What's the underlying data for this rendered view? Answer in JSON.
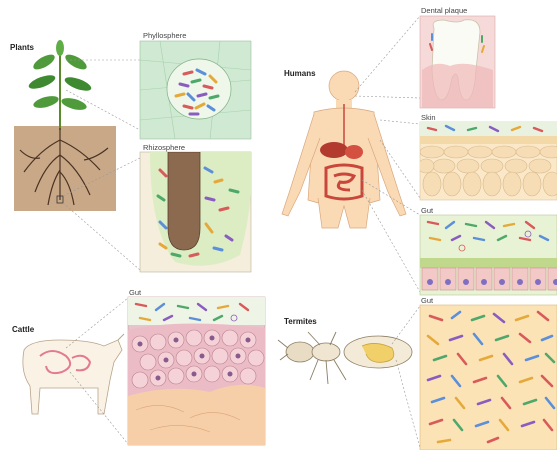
{
  "groups": {
    "plants": "Plants",
    "humans": "Humans",
    "cattle": "Cattle",
    "termites": "Termites"
  },
  "panels": {
    "phyllosphere": "Phyllosphere",
    "rhizosphere": "Rhizosphere",
    "dental_plaque": "Dental plaque",
    "skin": "Skin",
    "human_gut": "Gut",
    "cattle_gut": "Gut",
    "termite_gut": "Gut"
  },
  "colors": {
    "phyllosphere_bg": "#cfe9d2",
    "rhizosphere_bg": "#e9f2d7",
    "plaque_bg": "#f6dada",
    "skin_bg": "#fbe8c8",
    "human_gut_bg": "#e8f2d4",
    "cattle_gut_bg": "#e7c4cc",
    "termite_gut_bg": "#fbe3b6",
    "soil": "#c9a888",
    "body": "#fad9b5"
  }
}
